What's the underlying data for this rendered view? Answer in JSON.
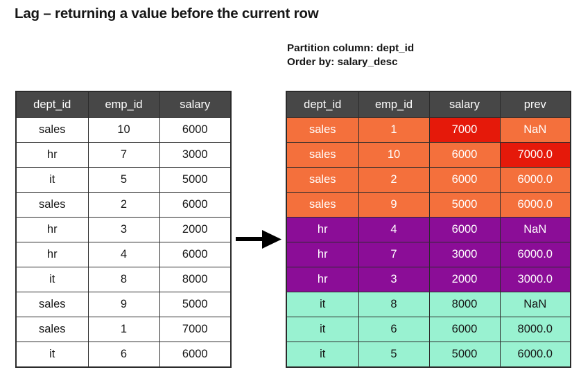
{
  "title": "Lag – returning a value before the current row",
  "caption": {
    "partition_line": "Partition column: dept_id",
    "order_line": "Order by: salary_desc"
  },
  "colors": {
    "header_gray": "#474747",
    "sales_orange": "#f4703c",
    "hr_purple": "#8b0d97",
    "it_mint": "#99f2d1",
    "highlight_red": "#e5190a",
    "border": "#2b2b2b",
    "text_dark": "#161616",
    "text_light": "#ffffff",
    "background": "#ffffff"
  },
  "input_table": {
    "columns": [
      "dept_id",
      "emp_id",
      "salary"
    ],
    "rows": [
      [
        "sales",
        "10",
        "6000"
      ],
      [
        "hr",
        "7",
        "3000"
      ],
      [
        "it",
        "5",
        "5000"
      ],
      [
        "sales",
        "2",
        "6000"
      ],
      [
        "hr",
        "3",
        "2000"
      ],
      [
        "hr",
        "4",
        "6000"
      ],
      [
        "it",
        "8",
        "8000"
      ],
      [
        "sales",
        "9",
        "5000"
      ],
      [
        "sales",
        "1",
        "7000"
      ],
      [
        "it",
        "6",
        "6000"
      ]
    ]
  },
  "result_table": {
    "columns": [
      "dept_id",
      "emp_id",
      "salary",
      "prev"
    ],
    "rows": [
      {
        "group": "sales",
        "cells": [
          "sales",
          "1",
          "7000",
          "NaN"
        ],
        "highlight": [
          2
        ]
      },
      {
        "group": "sales",
        "cells": [
          "sales",
          "10",
          "6000",
          "7000.0"
        ],
        "highlight": [
          3
        ]
      },
      {
        "group": "sales",
        "cells": [
          "sales",
          "2",
          "6000",
          "6000.0"
        ],
        "highlight": []
      },
      {
        "group": "sales",
        "cells": [
          "sales",
          "9",
          "5000",
          "6000.0"
        ],
        "highlight": []
      },
      {
        "group": "hr",
        "cells": [
          "hr",
          "4",
          "6000",
          "NaN"
        ],
        "highlight": []
      },
      {
        "group": "hr",
        "cells": [
          "hr",
          "7",
          "3000",
          "6000.0"
        ],
        "highlight": []
      },
      {
        "group": "hr",
        "cells": [
          "hr",
          "3",
          "2000",
          "3000.0"
        ],
        "highlight": []
      },
      {
        "group": "it",
        "cells": [
          "it",
          "8",
          "8000",
          "NaN"
        ],
        "highlight": []
      },
      {
        "group": "it",
        "cells": [
          "it",
          "6",
          "6000",
          "8000.0"
        ],
        "highlight": []
      },
      {
        "group": "it",
        "cells": [
          "it",
          "5",
          "5000",
          "6000.0"
        ],
        "highlight": []
      }
    ]
  },
  "arrow": {
    "name": "transform-arrow"
  }
}
